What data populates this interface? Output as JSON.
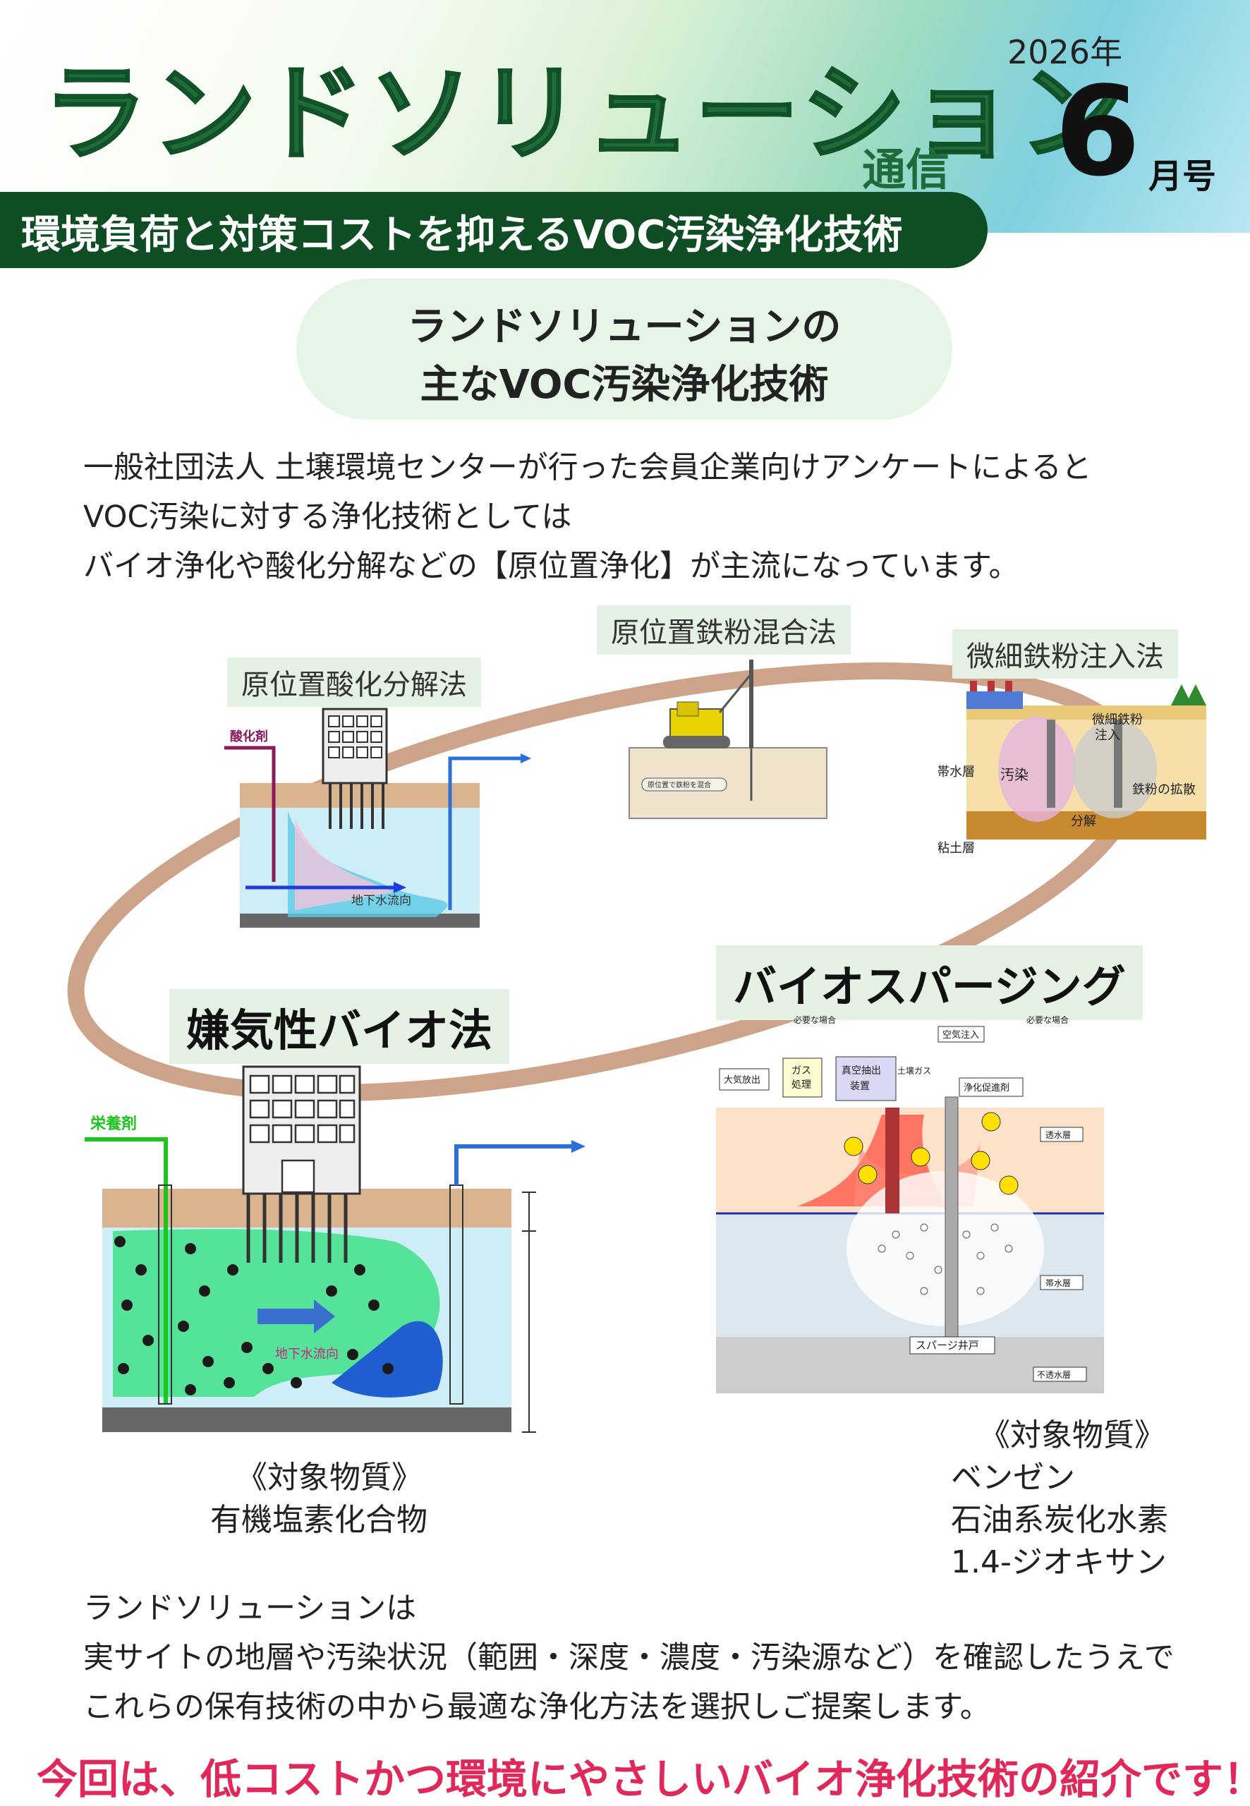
{
  "header": {
    "brand": "ランドソリューション",
    "brand_sub": "通信",
    "year": "2026年",
    "month_number": "6",
    "month_suffix": "月号",
    "banner": "環境負荷と対策コストを抑えるVOC汚染浄化技術"
  },
  "pill": {
    "line1": "ランドソリューションの",
    "line2": "主なVOC汚染浄化技術"
  },
  "intro": [
    "一般社団法人 土壌環境センターが行った会員企業向けアンケートによると",
    "VOC汚染に対する浄化技術としては",
    "バイオ浄化や酸化分解などの【原位置浄化】が主流になっています。"
  ],
  "techniques": {
    "oxidation": {
      "label": "原位置酸化分解法",
      "diagram": {
        "agent": "酸化剤",
        "flow": "地下水流向"
      }
    },
    "iron_mix": {
      "label": "原位置鉄粉混合法",
      "diagram": {
        "note": "原位置で鉄粉を混合"
      }
    },
    "iron_injection": {
      "label": "微細鉄粉注入法",
      "diagram": {
        "inject": "微細鉄粉",
        "inject2": "注入",
        "aquifer": "帯水層",
        "contamination": "汚染",
        "spread": "鉄粉の拡散",
        "decompose": "分解",
        "clay": "粘土層"
      }
    },
    "anaerobic": {
      "label": "嫌気性バイオ法",
      "diagram": {
        "nutrient": "栄養剤",
        "flow": "地下水流向"
      },
      "target_heading": "《対象物質》",
      "targets": [
        "有機塩素化合物"
      ]
    },
    "sparging": {
      "label": "バイオスパージング",
      "diagram": {
        "if_needed_left": "必要な場合",
        "if_needed_right": "必要な場合",
        "air_inject": "空気注入",
        "release": "大気放出",
        "gas": "ガス",
        "gas2": "処理",
        "vacuum": "真空抽出",
        "vacuum2": "装置",
        "soil_gas": "土壌ガス",
        "promoter": "浄化促進剤",
        "permeable": "透水層",
        "aquifer": "帯水層",
        "well": "スパージ井戸",
        "impermeable": "不透水層"
      },
      "target_heading": "《対象物質》",
      "targets": [
        "ベンゼン",
        "石油系炭化水素",
        "1.4-ジオキサン"
      ]
    }
  },
  "closing": [
    "ランドソリューションは",
    "実サイトの地層や汚染状況（範囲・深度・濃度・汚染源など）を確認したうえで",
    "これらの保有技術の中から最適な浄化方法を選択しご提案します。"
  ],
  "final_message": "今回は、低コストかつ環境にやさしいバイオ浄化技術の紹介です！"
}
